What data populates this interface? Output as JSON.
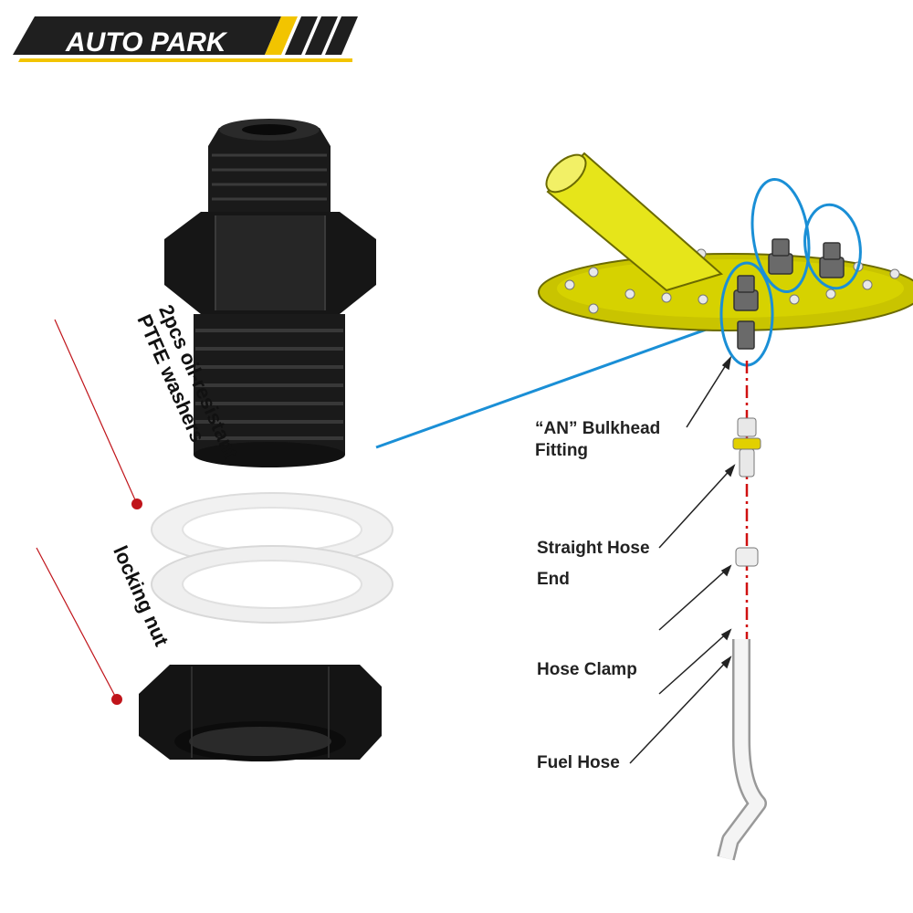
{
  "brand": {
    "name": "AUTO PARK",
    "colors": {
      "banner": "#1f1f1f",
      "accent": "#f2c400",
      "text": "#ffffff"
    }
  },
  "product_callouts": {
    "washers": {
      "line1": "2pcs oil-resistant",
      "line2": "PTFE washers"
    },
    "nut": "locking nut"
  },
  "diagram_labels": {
    "bulkhead": {
      "line1": "“AN” Bulkhead",
      "line2": "Fitting"
    },
    "hose_end": {
      "line1": "Straight Hose",
      "line2": "End"
    },
    "hose_clamp": "Hose Clamp",
    "fuel_hose": "Fuel Hose"
  },
  "colors": {
    "fitting_black": "#1a1a1a",
    "washer_white": "#f4f4f4",
    "tank_plate_yellow": "#c9c400",
    "highlight_blue": "#1a8fd6",
    "centerline_red": "#d01010",
    "callout_dot_red": "#c0141a"
  }
}
